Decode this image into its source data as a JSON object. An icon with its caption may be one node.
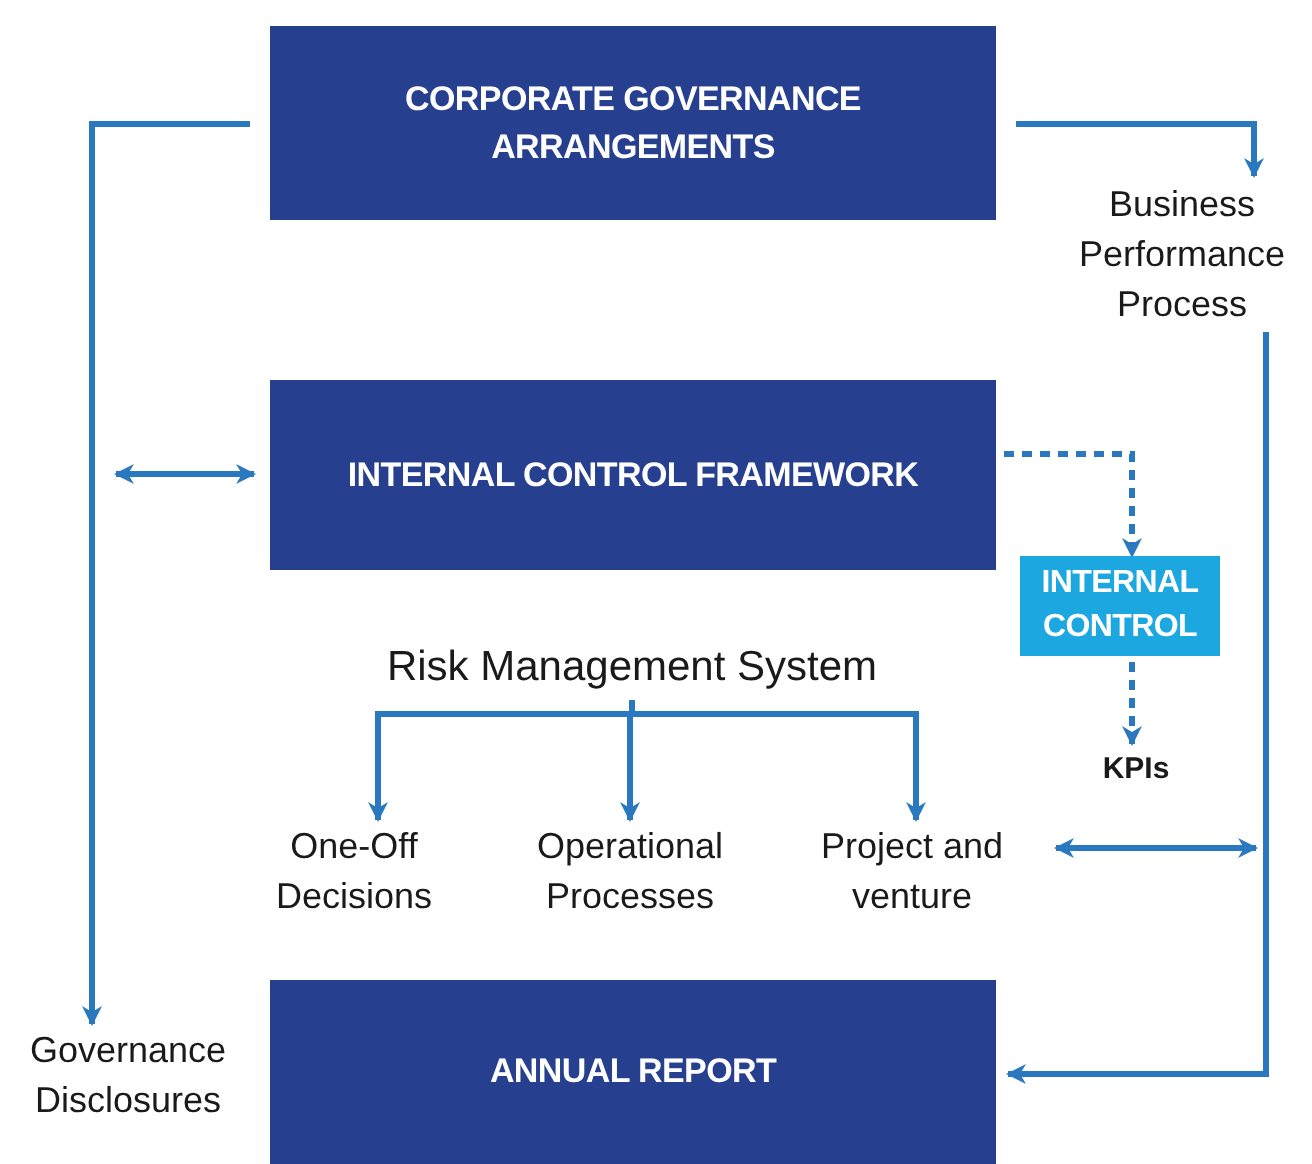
{
  "diagram": {
    "nodes": [
      {
        "text": [
          "CORPORATE GOVERNANCE ARRANGEMENTS"
        ]
      },
      {
        "text": [
          "Business Performance Process"
        ]
      },
      {
        "text": [
          "INTERNAL CONTROL FRAMEWORK"
        ]
      },
      {
        "text": [
          "INTERNAL CONTROL"
        ]
      },
      {
        "text": [
          "Risk Management System"
        ]
      },
      {
        "text": [
          "One-Off Decisions"
        ]
      },
      {
        "text": [
          "Operational Processes"
        ]
      },
      {
        "text": [
          "Project and venture"
        ]
      },
      {
        "text": [
          "KPIs"
        ]
      },
      {
        "text": [
          "Governance Disclosures"
        ]
      },
      {
        "text": [
          "ANNUAL REPORT"
        ]
      }
    ],
    "edges": [
      {
        "from": 0,
        "to": 1,
        "arrow": "to"
      },
      {
        "from": 0,
        "to": 9,
        "arrow": "to"
      },
      {
        "from": 1,
        "to": 10,
        "arrow": "to"
      },
      {
        "from": null,
        "to": 2,
        "arrow": "both"
      },
      {
        "from": 2,
        "to": 3,
        "arrow": "to",
        "style": "dashed"
      },
      {
        "from": 3,
        "to": 8,
        "arrow": "to",
        "style": "dashed"
      },
      {
        "from": 4,
        "to": 5,
        "arrow": "to"
      },
      {
        "from": 4,
        "to": 6,
        "arrow": "to"
      },
      {
        "from": 4,
        "to": 7,
        "arrow": "to"
      },
      {
        "from": 7,
        "to": null,
        "arrow": "both"
      }
    ]
  }
}
